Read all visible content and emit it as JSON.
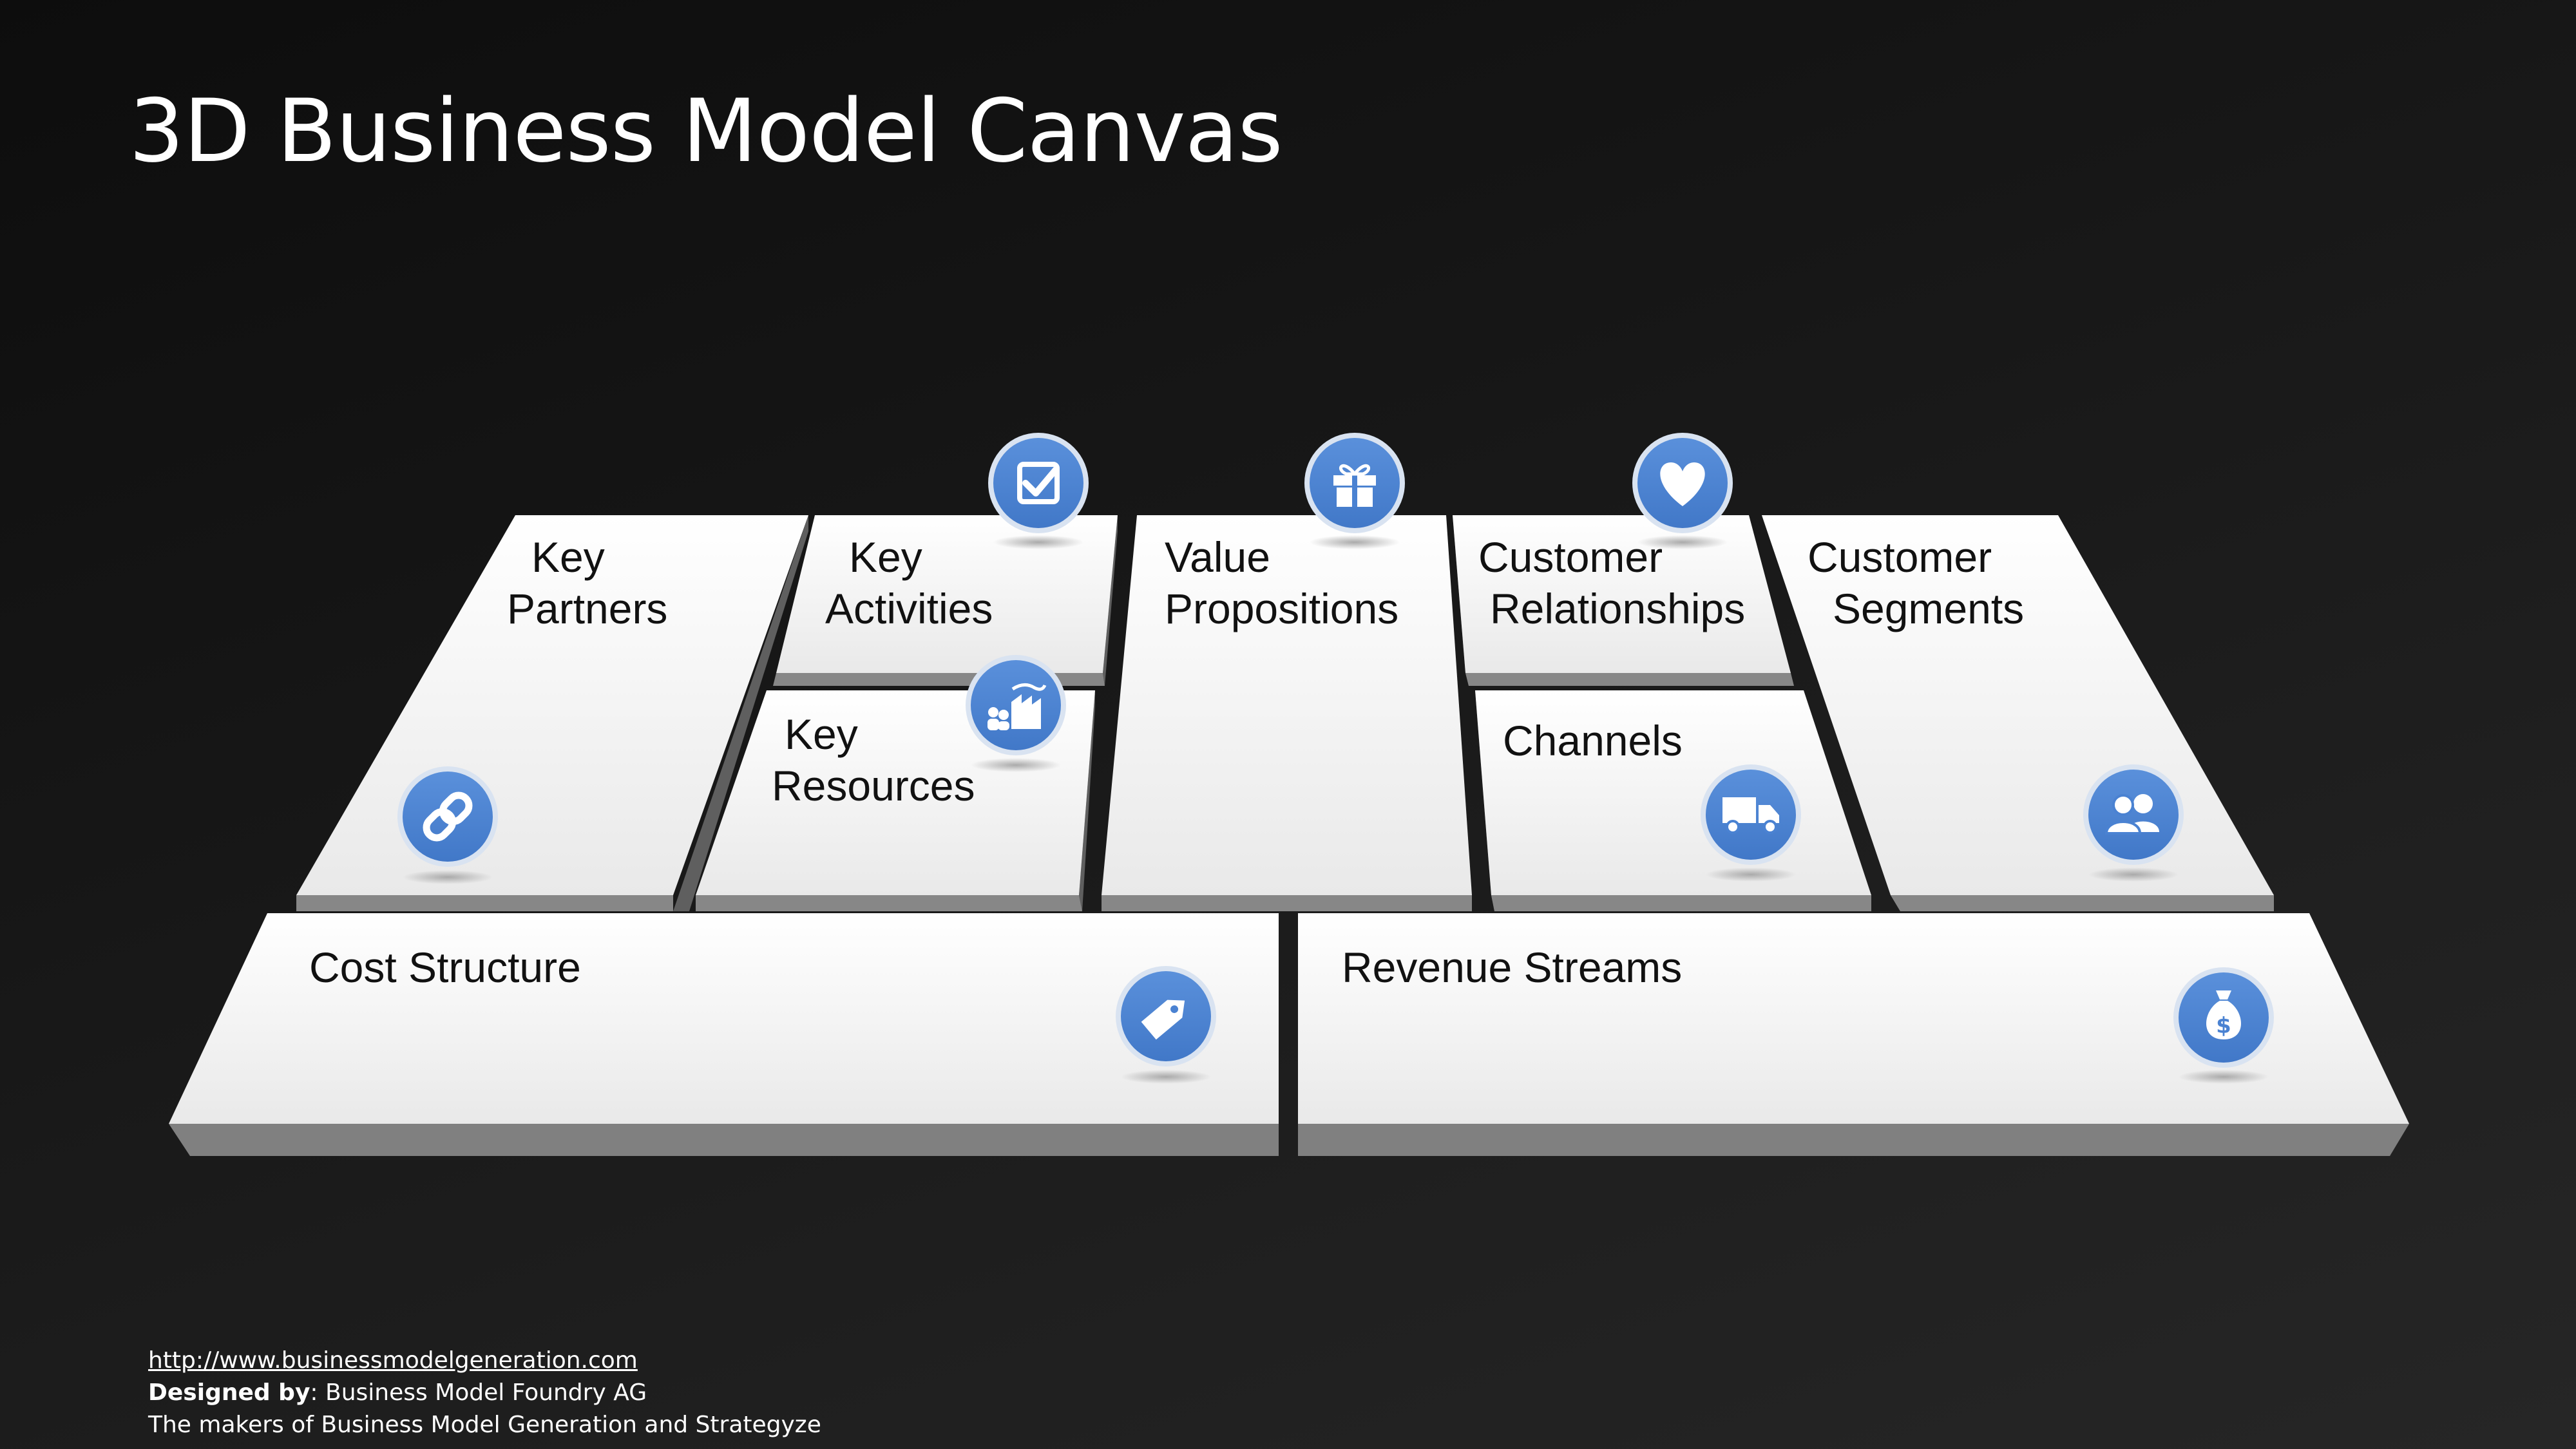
{
  "title": "3D Business Model Canvas",
  "accent_color": "#4e86d6",
  "blocks": {
    "key_partners": {
      "line1": "Key",
      "line2": "Partners",
      "icon": "link-icon"
    },
    "key_activities": {
      "line1": "Key",
      "line2": "Activities",
      "icon": "checkbox-icon"
    },
    "key_resources": {
      "line1": "Key",
      "line2": "Resources",
      "icon": "factory-icon"
    },
    "value_propositions": {
      "line1": "Value",
      "line2": "Propositions",
      "icon": "gift-icon"
    },
    "customer_relationships": {
      "line1": "Customer",
      "line2": "Relationships",
      "icon": "heart-icon"
    },
    "channels": {
      "line1": "Channels",
      "icon": "truck-icon"
    },
    "customer_segments": {
      "line1": "Customer",
      "line2": "Segments",
      "icon": "users-icon"
    },
    "cost_structure": {
      "line1": "Cost Structure",
      "icon": "price-tag-icon"
    },
    "revenue_streams": {
      "line1": "Revenue Streams",
      "icon": "money-bag-icon"
    }
  },
  "footer": {
    "url": "http://www.businessmodelgeneration.com",
    "designed_label": "Designed by",
    "designed_value": ": Business Model Foundry AG",
    "makers": "The makers of Business Model Generation and Strategyze"
  }
}
